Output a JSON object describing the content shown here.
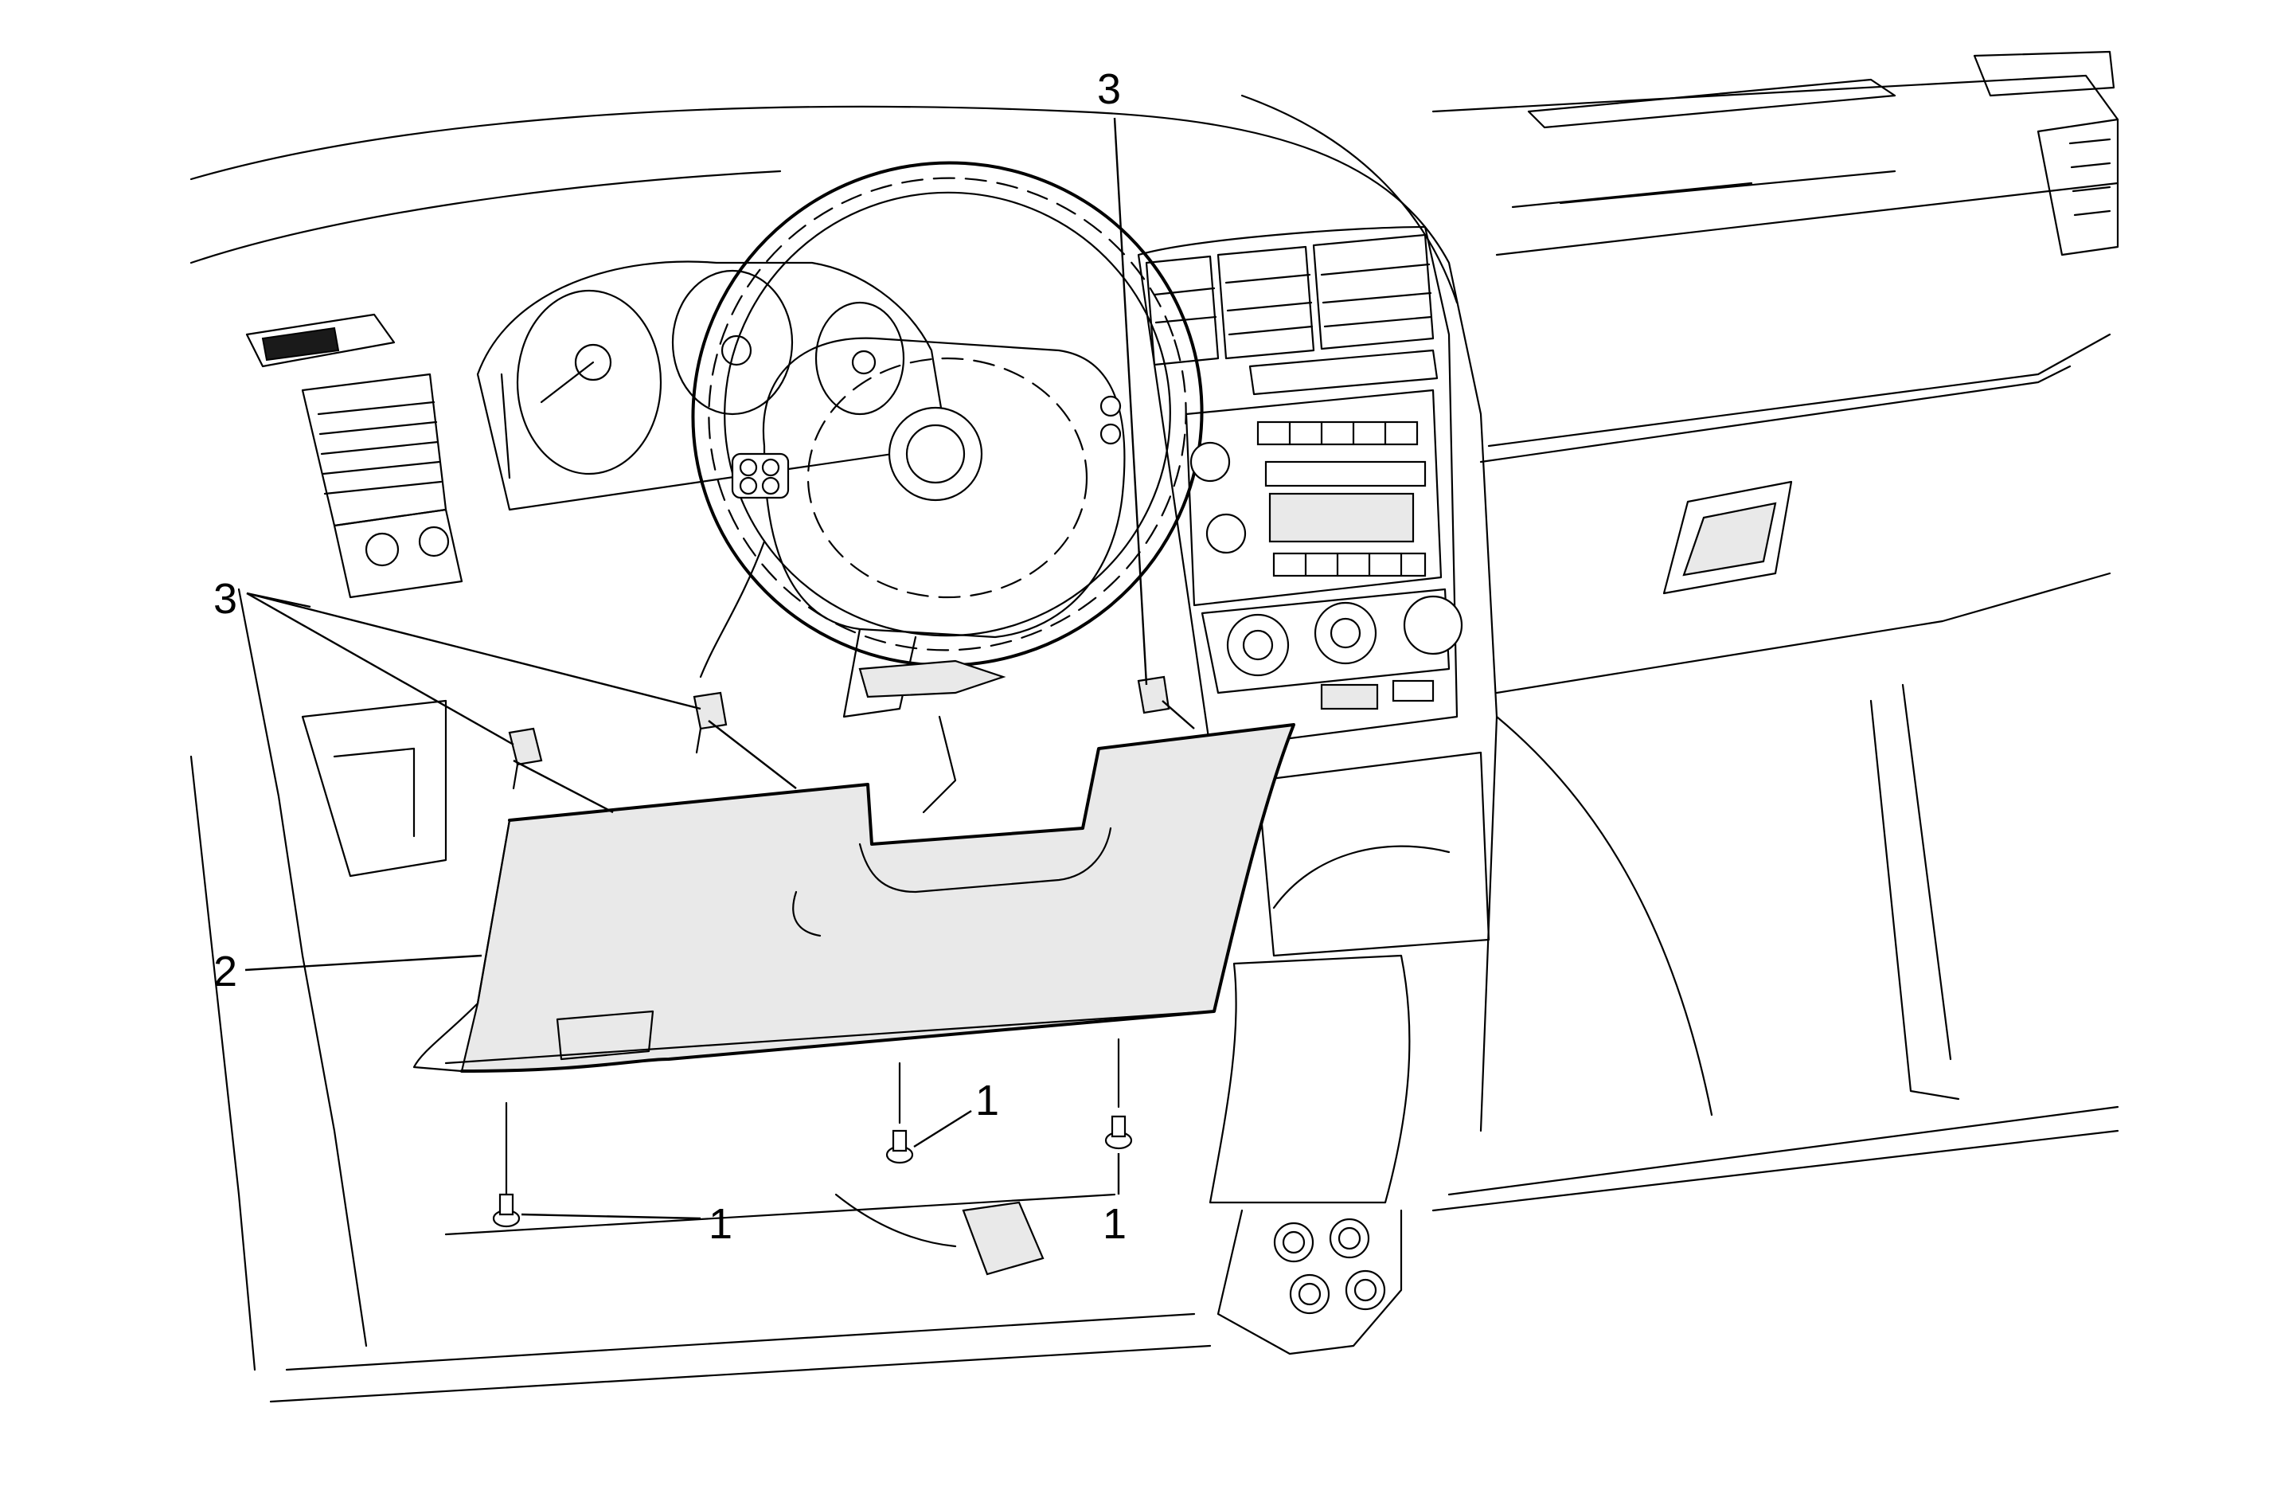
{
  "figure": {
    "callouts": [
      {
        "id": "screw-left",
        "label": "1"
      },
      {
        "id": "screw-center",
        "label": "1"
      },
      {
        "id": "screw-right",
        "label": "1"
      },
      {
        "id": "knee-bolster-panel",
        "label": "2"
      },
      {
        "id": "clips-left",
        "label": "3"
      },
      {
        "id": "clip-right",
        "label": "3"
      }
    ]
  }
}
